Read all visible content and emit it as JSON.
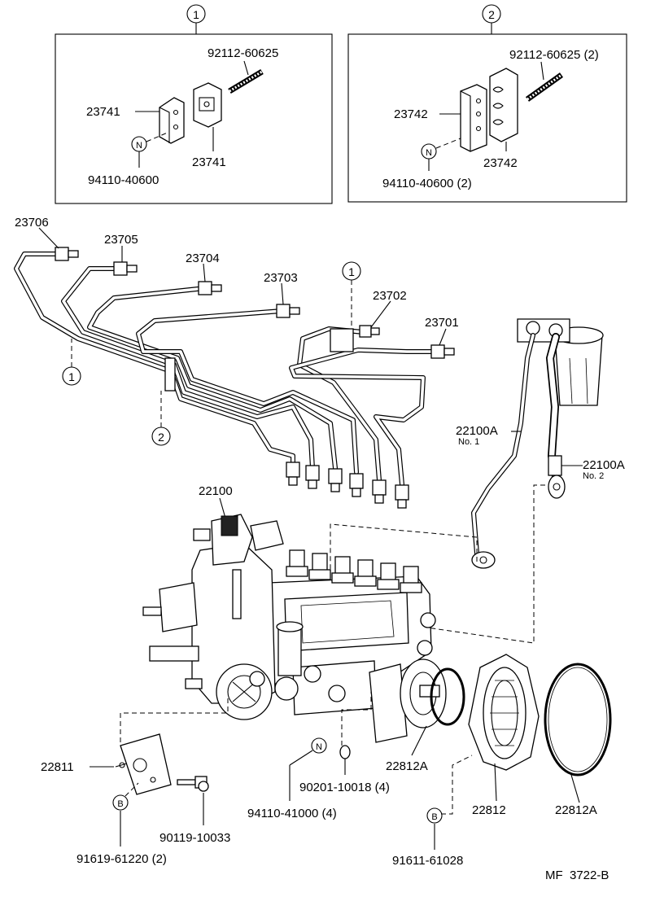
{
  "diagram": {
    "ref_code": "MF  3722-B",
    "insets": [
      {
        "key": "1",
        "parts": [
          "92112-60625",
          "23741",
          "23741",
          "94110-40600"
        ],
        "marker": "N"
      },
      {
        "key": "2",
        "parts": [
          "92112-60625 (2)",
          "23742",
          "23742",
          "94110-40600 (2)"
        ],
        "marker": "N"
      }
    ],
    "pipes": [
      "23706",
      "23705",
      "23704",
      "23703",
      "23702",
      "23701"
    ],
    "pipe_keys": [
      "1",
      "1",
      "2"
    ],
    "hoses": [
      {
        "part": "22100A",
        "note": "No. 1"
      },
      {
        "part": "22100A",
        "note": "No. 2"
      }
    ],
    "pump": "22100",
    "bottom_parts": {
      "bracket": "22811",
      "bolt": "90119-10033",
      "bolt_b": "91619-61220 (2)",
      "washer": "90201-10018 (4)",
      "washer_n": "94110-41000 (4)",
      "oring_small": "22812A",
      "cover": "22812",
      "oring_large": "22812A",
      "bolt_b2": "91611-61028"
    },
    "markers": {
      "n": "N",
      "b": "B"
    }
  }
}
